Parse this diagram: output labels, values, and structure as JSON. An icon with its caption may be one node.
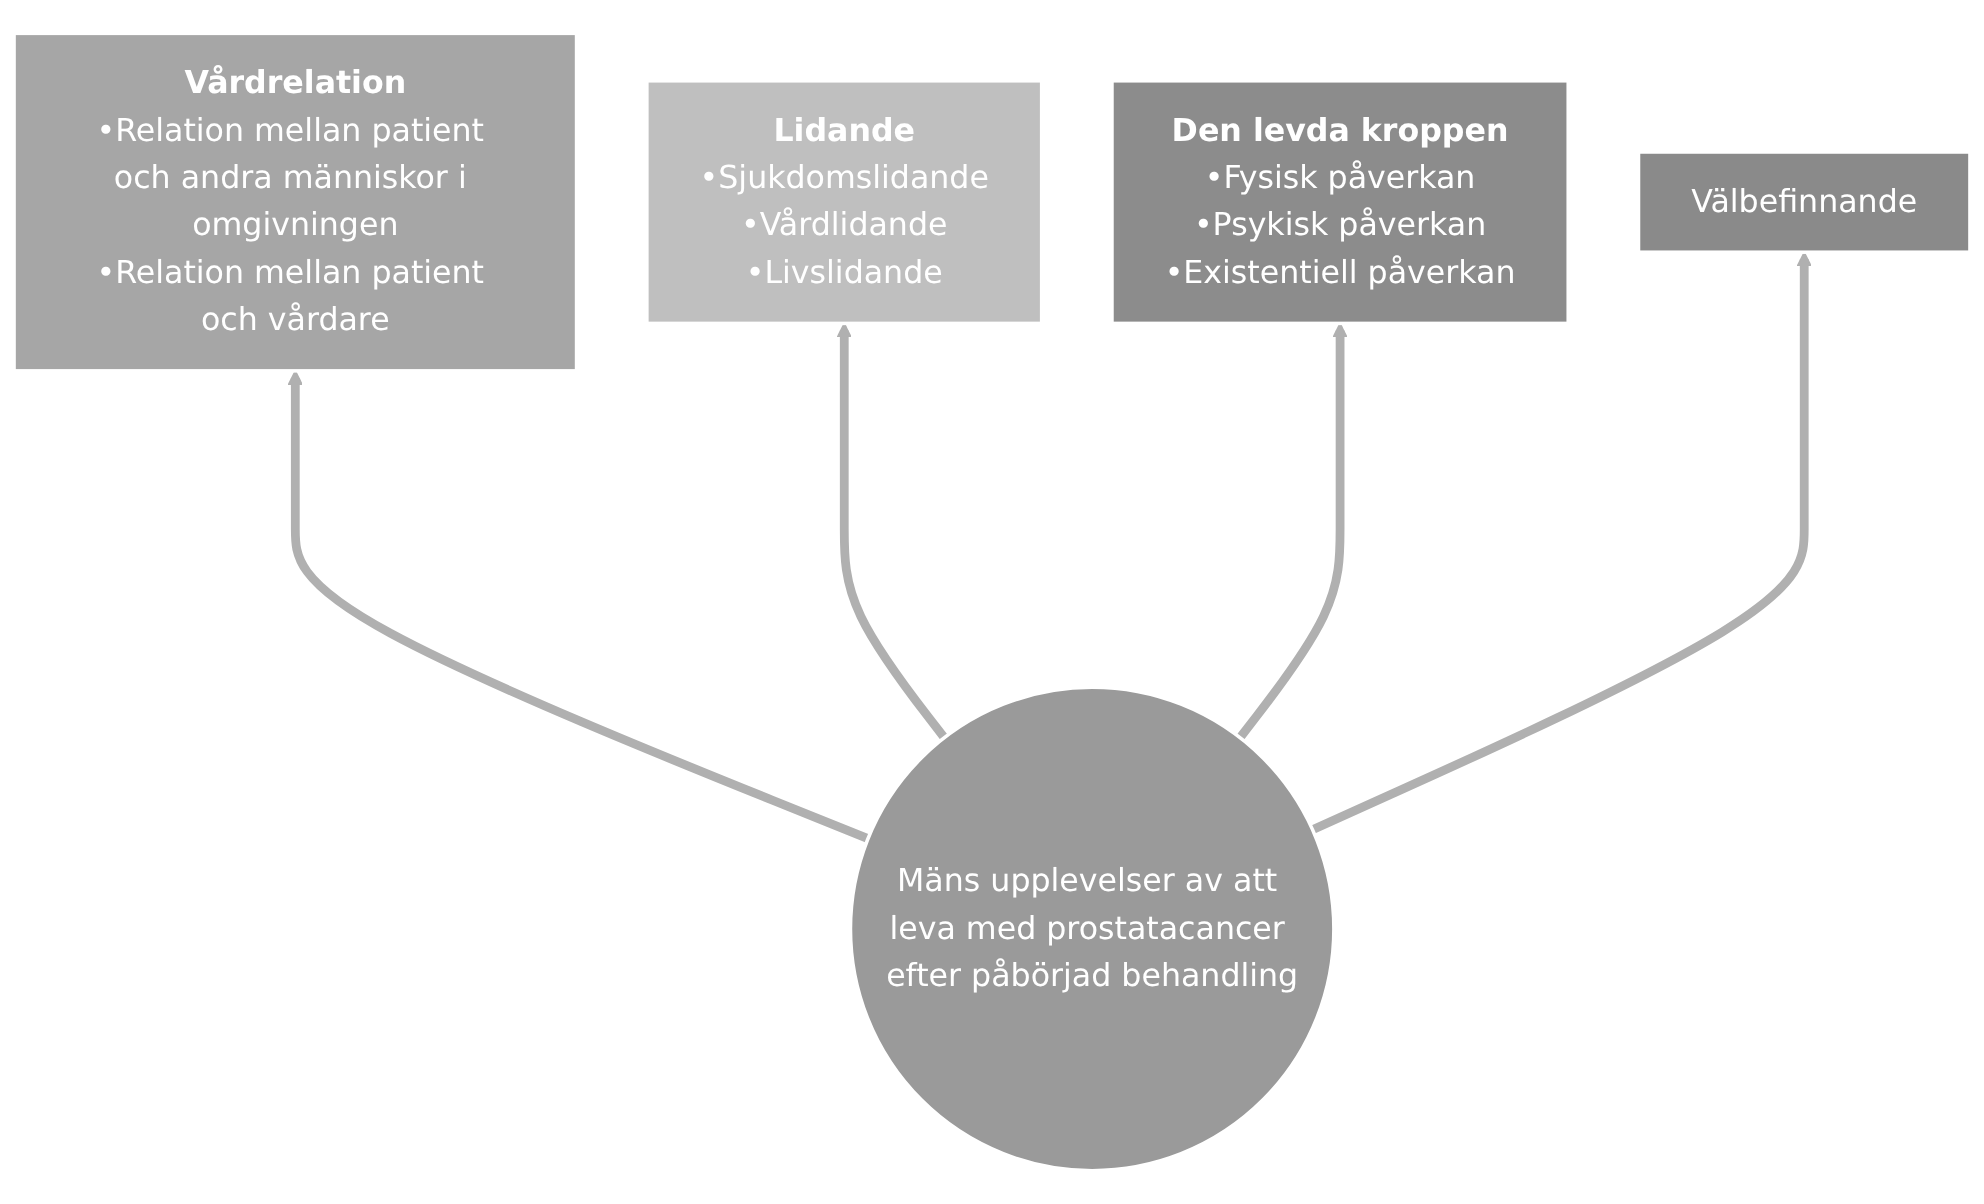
{
  "diagram": {
    "nodes": [
      {
        "text": [
          "Vårdrelation",
          "•Relation mellan patient och andra människor i omgivningen",
          "•Relation mellan patient och vårdare"
        ]
      },
      {
        "text": [
          "Lidande",
          "•Sjukdomslidande",
          "•Vårdlidande",
          "•Livslidande"
        ]
      },
      {
        "text": [
          "Den levda kroppen",
          "•Fysisk påverkan",
          "•Psykisk påverkan",
          "•Existentiell påverkan"
        ]
      },
      {
        "text": [
          "Välbefinnande"
        ]
      },
      {
        "text": [
          "Mäns upplevelser av att leva med prostatacancer efter påbörjad behandling"
        ]
      }
    ],
    "edges": [
      {
        "from": 4,
        "to": 0,
        "arrow": "to"
      },
      {
        "from": 4,
        "to": 1,
        "arrow": "to"
      },
      {
        "from": 4,
        "to": 2,
        "arrow": "to"
      },
      {
        "from": 4,
        "to": 3,
        "arrow": "to"
      }
    ]
  }
}
